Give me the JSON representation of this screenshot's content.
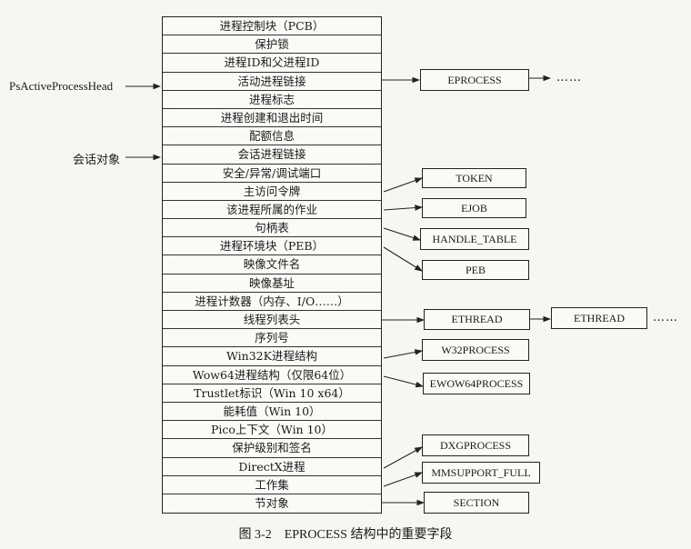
{
  "diagram": {
    "rows": [
      "进程控制块（PCB）",
      "保护锁",
      "进程ID和父进程ID",
      "活动进程链接",
      "进程标志",
      "进程创建和退出时间",
      "配额信息",
      "会话进程链接",
      "安全/异常/调试端口",
      "主访问令牌",
      "该进程所属的作业",
      "句柄表",
      "进程环境块（PEB）",
      "映像文件名",
      "映像基址",
      "进程计数器（内存、I/O……）",
      "线程列表头",
      "序列号",
      "Win32K进程结构",
      "Wow64进程结构（仅限64位）",
      "Trustlet标识（Win 10 x64）",
      "能耗值（Win 10）",
      "Pico上下文（Win 10）",
      "保护级别和签名",
      "DirectX进程",
      "工作集",
      "节对象"
    ],
    "left_labels": {
      "ps_active_process_head": "PsActiveProcessHead",
      "session_object": "会话对象"
    },
    "right_boxes": {
      "eprocess": "EPROCESS",
      "token": "TOKEN",
      "ejob": "EJOB",
      "handle_table": "HANDLE_TABLE",
      "peb": "PEB",
      "ethread_1": "ETHREAD",
      "ethread_2": "ETHREAD",
      "w32process": "W32PROCESS",
      "ewow64process": "EWOW64PROCESS",
      "dxgprocess": "DXGPROCESS",
      "mmsupport_full": "MMSUPPORT_FULL",
      "section": "SECTION"
    },
    "ellipsis": "……",
    "caption": "图 3-2　EPROCESS 结构中的重要字段"
  }
}
